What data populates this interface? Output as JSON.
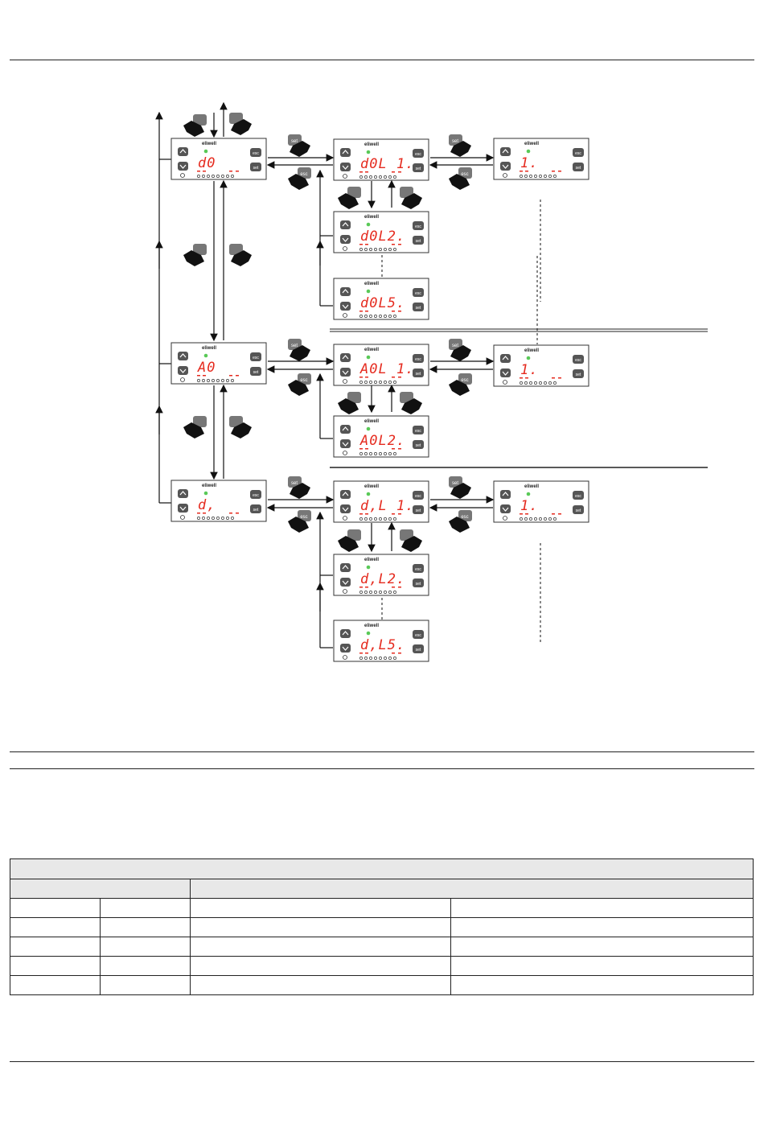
{
  "displays": {
    "d0": {
      "code": "d0"
    },
    "d0l1": {
      "code": "d0L 1."
    },
    "d0l2": {
      "code": "d0L2."
    },
    "d0l5": {
      "code": "d0L5."
    },
    "d0v": {
      "code": "1."
    },
    "a0": {
      "code": "A0"
    },
    "a0l1": {
      "code": "A0L 1."
    },
    "a0l2": {
      "code": "A0L2."
    },
    "a0v": {
      "code": "1."
    },
    "di": {
      "code": "d,"
    },
    "dil1": {
      "code": "d,L 1."
    },
    "dil2": {
      "code": "d,L2."
    },
    "dil5": {
      "code": "d,L5."
    },
    "div": {
      "code": "1."
    }
  },
  "keys": {
    "set": "set",
    "esc": "esc"
  },
  "icons": [
    "hand-press-icon",
    "standby-icon",
    "defrost-icon"
  ],
  "colors": {
    "segment": "#e52b1f",
    "led": "#59c957",
    "frame": "#333333"
  },
  "table": {
    "rows": 7,
    "columns": 4
  }
}
